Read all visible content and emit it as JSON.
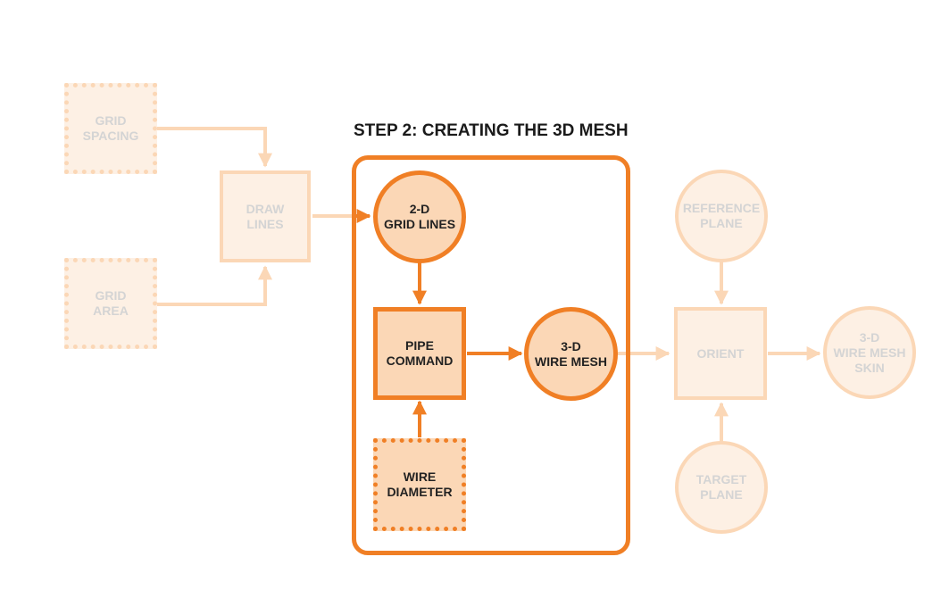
{
  "title": "STEP 2: CREATING THE 3D MESH",
  "colors": {
    "accent": "#f07f25",
    "accent_fill": "#fbd7b6",
    "faded_stroke": "#fbd7b6",
    "faded_fill": "#fdf0e4",
    "faded_text": "#d4d4d4",
    "active_text": "#222222"
  },
  "nodes": {
    "grid_spacing": {
      "lines": [
        "GRID",
        "SPACING"
      ],
      "shape": "dashed-square",
      "state": "faded"
    },
    "grid_area": {
      "lines": [
        "GRID",
        "AREA"
      ],
      "shape": "dashed-square",
      "state": "faded"
    },
    "draw_lines": {
      "lines": [
        "DRAW",
        "LINES"
      ],
      "shape": "square",
      "state": "faded"
    },
    "grid_lines_2d": {
      "lines": [
        "2-D",
        "GRID LINES"
      ],
      "shape": "circle",
      "state": "active"
    },
    "pipe_command": {
      "lines": [
        "PIPE",
        "COMMAND"
      ],
      "shape": "square",
      "state": "active"
    },
    "wire_diameter": {
      "lines": [
        "WIRE",
        "DIAMETER"
      ],
      "shape": "dashed-square",
      "state": "active"
    },
    "wire_mesh_3d": {
      "lines": [
        "3-D",
        "WIRE MESH"
      ],
      "shape": "circle",
      "state": "active"
    },
    "reference_plane": {
      "lines": [
        "REFERENCE",
        "PLANE"
      ],
      "shape": "circle",
      "state": "faded"
    },
    "orient": {
      "lines": [
        "ORIENT"
      ],
      "shape": "square",
      "state": "faded"
    },
    "target_plane": {
      "lines": [
        "TARGET",
        "PLANE"
      ],
      "shape": "circle",
      "state": "faded"
    },
    "wire_mesh_skin": {
      "lines": [
        "3-D",
        "WIRE MESH",
        "SKIN"
      ],
      "shape": "circle",
      "state": "faded"
    }
  },
  "edges": [
    {
      "from": "grid_spacing",
      "to": "draw_lines",
      "state": "faded"
    },
    {
      "from": "grid_area",
      "to": "draw_lines",
      "state": "faded"
    },
    {
      "from": "draw_lines",
      "to": "grid_lines_2d",
      "state": "mixed"
    },
    {
      "from": "grid_lines_2d",
      "to": "pipe_command",
      "state": "active"
    },
    {
      "from": "wire_diameter",
      "to": "pipe_command",
      "state": "active"
    },
    {
      "from": "pipe_command",
      "to": "wire_mesh_3d",
      "state": "active"
    },
    {
      "from": "wire_mesh_3d",
      "to": "orient",
      "state": "faded"
    },
    {
      "from": "reference_plane",
      "to": "orient",
      "state": "faded"
    },
    {
      "from": "target_plane",
      "to": "orient",
      "state": "faded"
    },
    {
      "from": "orient",
      "to": "wire_mesh_skin",
      "state": "faded"
    }
  ]
}
